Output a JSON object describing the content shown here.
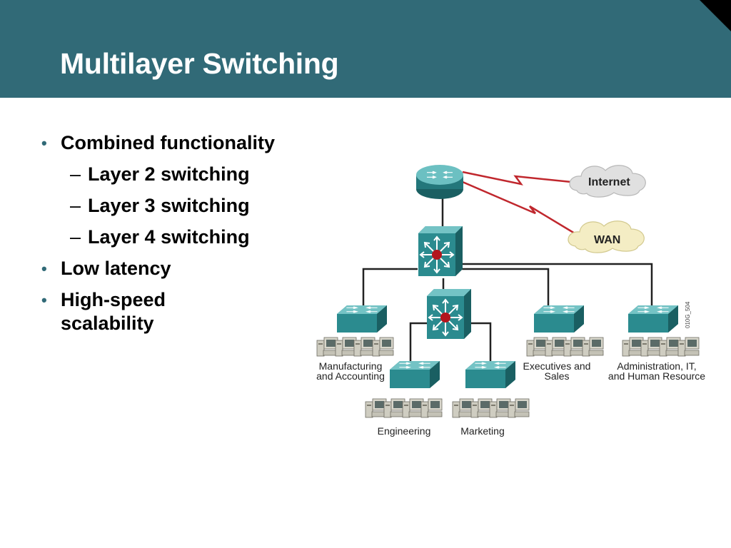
{
  "slide": {
    "title": "Multilayer Switching",
    "bullets": [
      {
        "level": 1,
        "marker": "•",
        "text": "Combined functionality"
      },
      {
        "level": 2,
        "marker": "–",
        "text": "Layer 2 switching"
      },
      {
        "level": 2,
        "marker": "–",
        "text": "Layer 3 switching"
      },
      {
        "level": 2,
        "marker": "–",
        "text": "Layer 4 switching"
      },
      {
        "level": 1,
        "marker": "•",
        "text": "Low latency"
      },
      {
        "level": 1,
        "marker": "•",
        "text": "High-speed scalability"
      }
    ]
  },
  "diagram": {
    "clouds": {
      "internet": "Internet",
      "wan": "WAN"
    },
    "labels": {
      "manufacturing_1": "Manufacturing",
      "manufacturing_2": "and Accounting",
      "executives_1": "Executives and",
      "executives_2": "Sales",
      "admin_1": "Administration, IT,",
      "admin_2": "and Human Resource",
      "engineering": "Engineering",
      "marketing": "Marketing"
    },
    "figure_code": "010G_504",
    "colors": {
      "device": "#2b8b8f",
      "device_top": "#6cc0c2",
      "wan_link": "#c0272d",
      "internet_cloud": "#e0e0e0",
      "wan_cloud": "#f4edc4"
    }
  }
}
